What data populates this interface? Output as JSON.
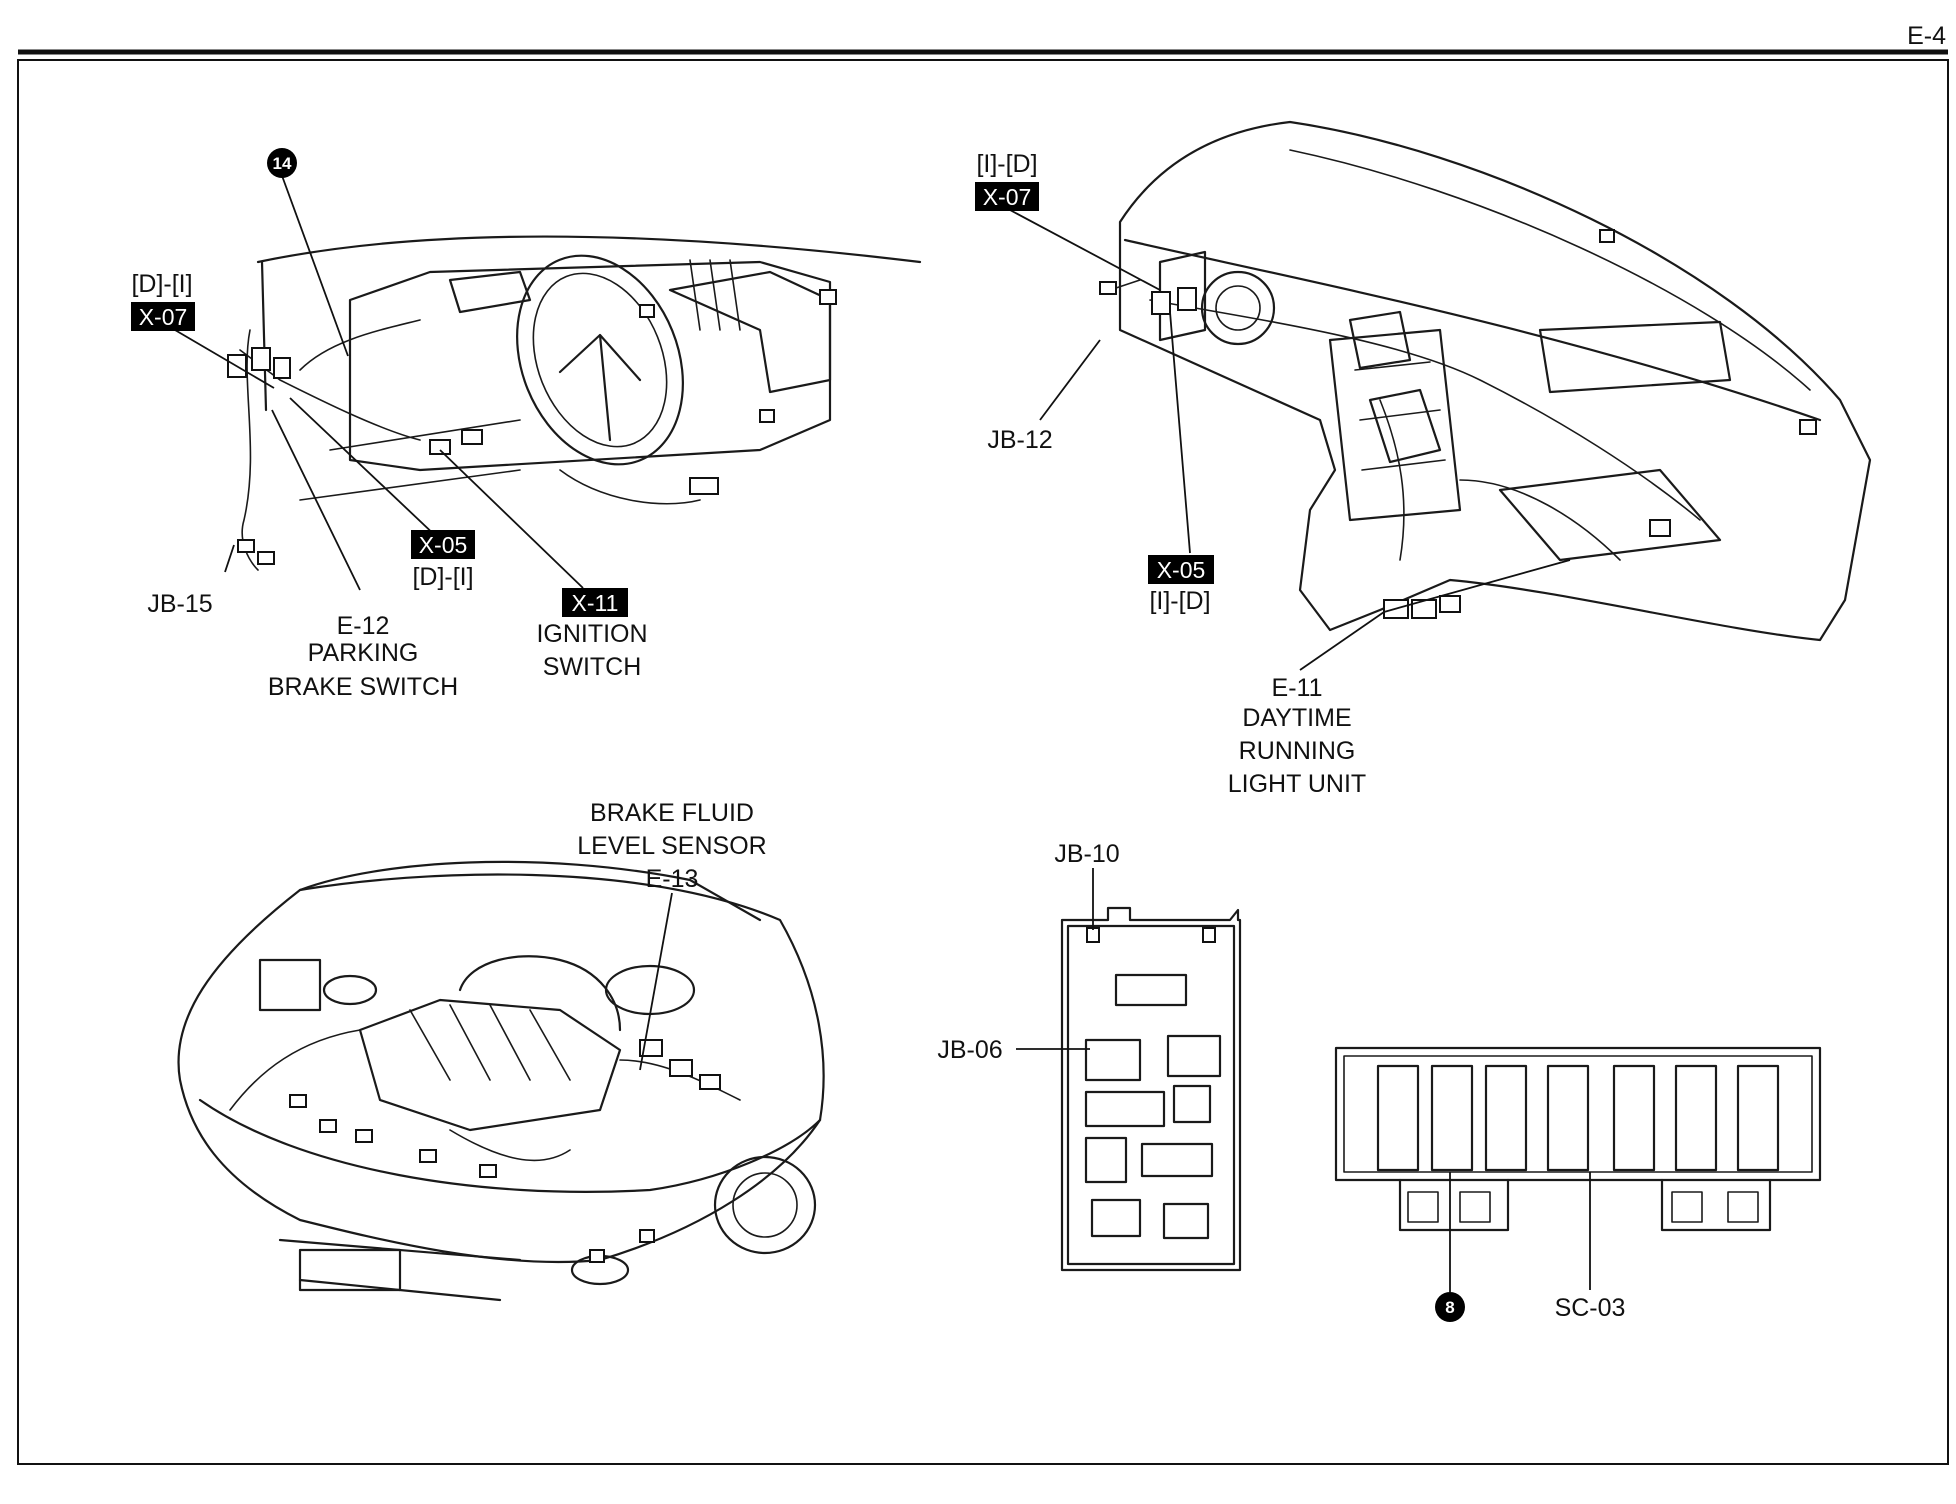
{
  "page": {
    "number": "E-4"
  },
  "labels": {
    "pos_d_i_a": "[D]-[I]",
    "x07_a": "X-07",
    "jb15": "JB-15",
    "e12": "E-12",
    "parking": "PARKING",
    "brake_switch": "BRAKE SWITCH",
    "x05_a": "X-05",
    "pos_d_i_b": "[D]-[I]",
    "x11": "X-11",
    "ignition": "IGNITION",
    "switch": "SWITCH",
    "num14": "14",
    "pos_i_d_a": "[I]-[D]",
    "x07_b": "X-07",
    "jb12": "JB-12",
    "x05_b": "X-05",
    "pos_i_d_b": "[I]-[D]",
    "e11": "E-11",
    "daytime": "DAYTIME",
    "running": "RUNNING",
    "light_unit": "LIGHT UNIT",
    "brake_fluid": "BRAKE FLUID",
    "level_sensor": "LEVEL SENSOR",
    "e13": "E-13",
    "jb10": "JB-10",
    "jb06": "JB-06",
    "num8": "8",
    "sc03": "SC-03"
  }
}
